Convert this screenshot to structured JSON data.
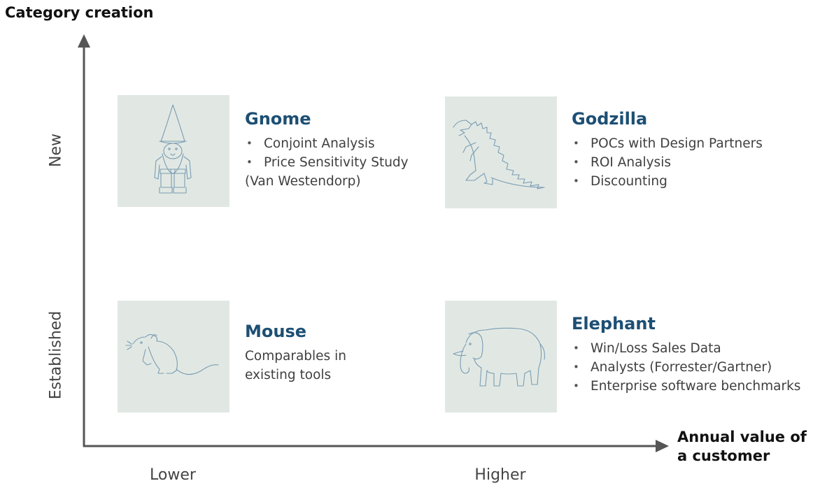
{
  "axes": {
    "y_title": "Category creation",
    "x_title_line1": "Annual value of",
    "x_title_line2": "a customer",
    "y_levels": {
      "high": "New",
      "low": "Established"
    },
    "x_levels": {
      "low": "Lower",
      "high": "Higher"
    }
  },
  "quadrants": {
    "gnome": {
      "title": "Gnome",
      "bullets": [
        "Conjoint Analysis",
        "Price Sensitivity Study",
        "(Van Westendorp)"
      ],
      "icon": "gnome-icon"
    },
    "godzilla": {
      "title": "Godzilla",
      "bullets": [
        "POCs with Design Partners",
        "ROI Analysis",
        "Discounting"
      ],
      "icon": "godzilla-icon"
    },
    "mouse": {
      "title": "Mouse",
      "text": "Comparables in\nexisting tools",
      "icon": "mouse-icon"
    },
    "elephant": {
      "title": "Elephant",
      "bullets": [
        "Win/Loss Sales Data",
        "Analysts (Forrester/Gartner)",
        "Enterprise software benchmarks"
      ],
      "icon": "elephant-icon"
    }
  },
  "colors": {
    "title": "#1d4f73",
    "tile_background": "#e1e8e3",
    "axis": "#555555",
    "illustration_stroke": "#7a9cb3"
  }
}
